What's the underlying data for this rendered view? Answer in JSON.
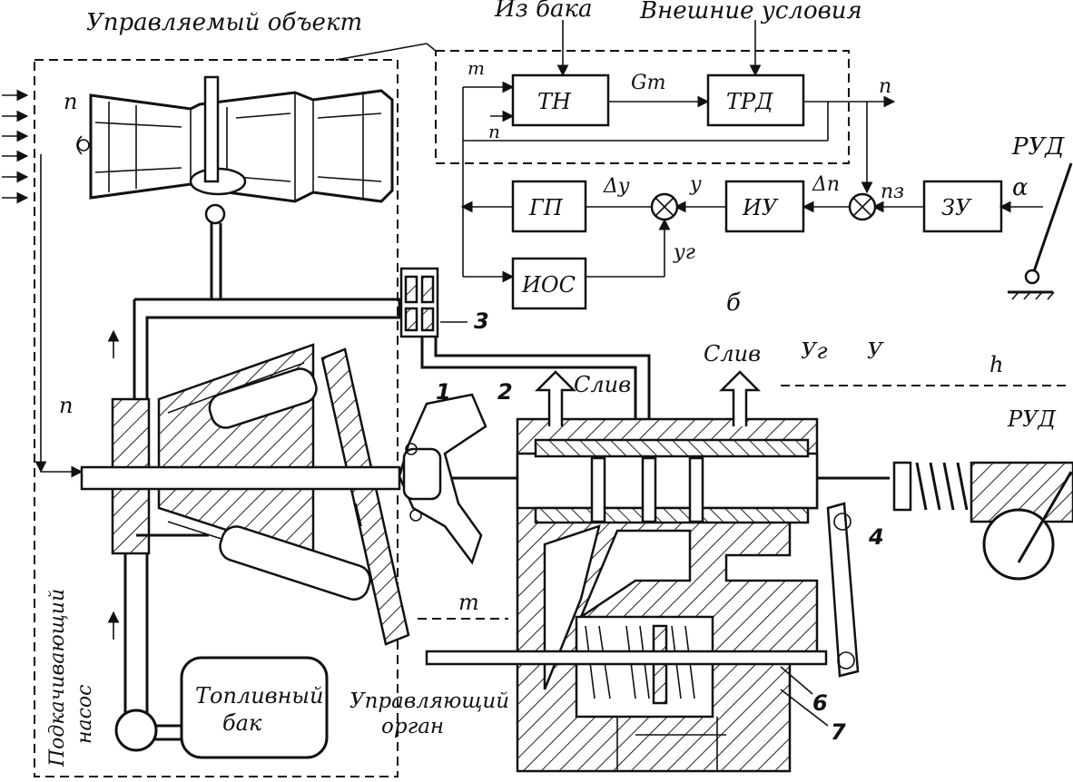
{
  "labels": {
    "controlled_object": "Управляемый объект",
    "from_tank": "Из бака",
    "external_conditions": "Внешние условия",
    "drain_1": "Слив",
    "drain_2": "Слив",
    "fuel_tank_line1": "Топливный",
    "fuel_tank_line2": "бак",
    "control_member_line1": "Управляющий",
    "control_member_line2": "орган",
    "booster_pump_line1": "Подкачивающий",
    "booster_pump_line2": "насос",
    "rud_top": "РУД",
    "rud_bottom": "РУД",
    "sub_b": "б",
    "n_top": "n",
    "n_left": "n",
    "m_bottom": "m",
    "h": "h",
    "yg": "Уг",
    "y": "У"
  },
  "block_diagram": {
    "blocks": [
      "ТН",
      "ТРД",
      "ГП",
      "ИУ",
      "ЗУ",
      "ИОС"
    ],
    "signals": {
      "m": "m",
      "n": "n",
      "gt": "Gт",
      "n_out": "n",
      "dy": "Δу",
      "y": "у",
      "yg": "уг",
      "dn": "Δn",
      "n3": "nз",
      "alpha": "α"
    }
  },
  "part_numbers": [
    "1",
    "2",
    "3",
    "4",
    "6",
    "7"
  ]
}
